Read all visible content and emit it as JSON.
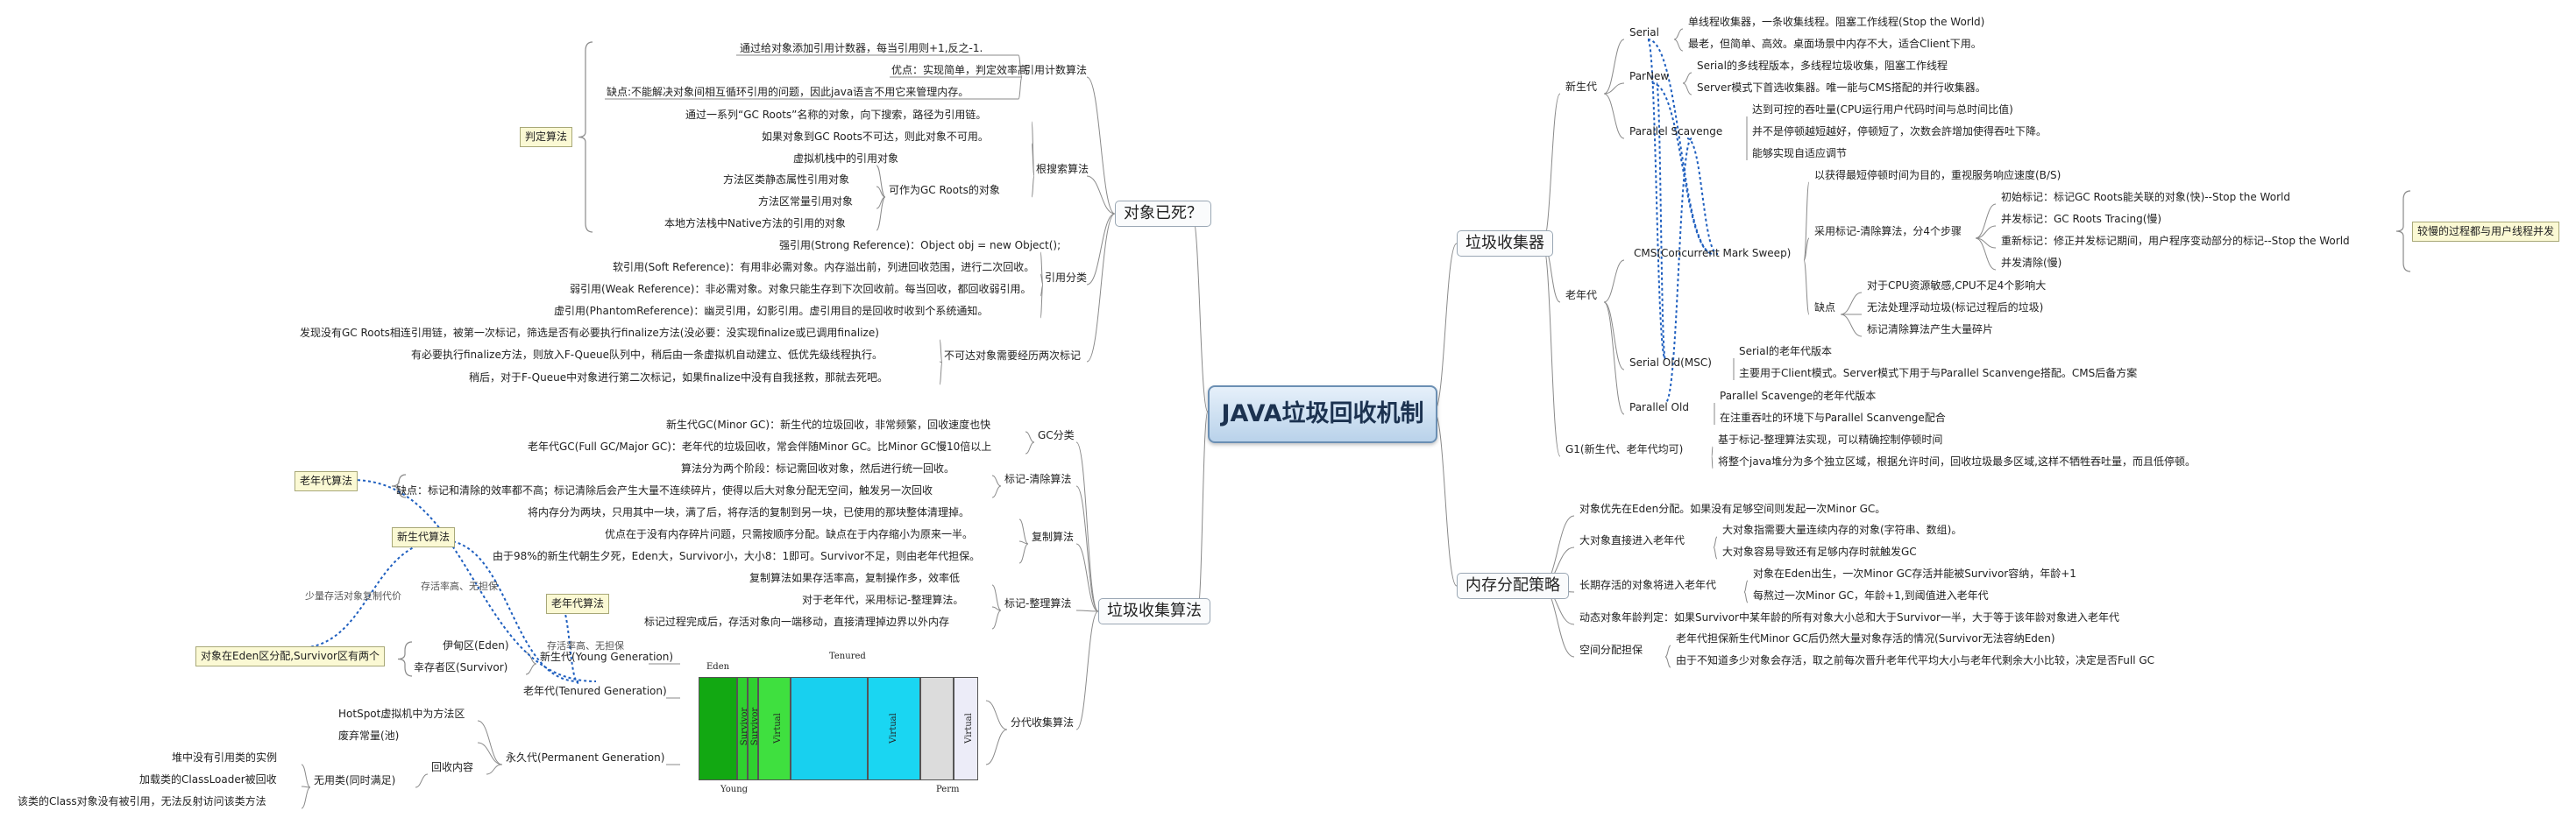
{
  "root": "JAVA垃圾回收机制",
  "left": {
    "dead": {
      "title": "对象已死？",
      "judge_note": "判定算法",
      "refcount": {
        "label": "引用计数算法",
        "items": [
          "通过给对象添加引用计数器，每当引用则+1,反之-1.",
          "优点：实现简单，判定效率高",
          "缺点:不能解决对象间相互循环引用的问题，因此java语言不用它来管理内存。"
        ]
      },
      "reach": {
        "label": "根搜索算法",
        "items": [
          "通过一系列“GC Roots”名称的对象，向下搜索，路径为引用链。",
          "如果对象到GC Roots不可达，则此对象不可用。"
        ],
        "roots_label": "可作为GC Roots的对象",
        "roots": [
          "虚拟机栈中的引用对象",
          "方法区类静态属性引用对象",
          "方法区常量引用对象",
          "本地方法栈中Native方法的引用的对象"
        ]
      },
      "refs": {
        "label": "引用分类",
        "items": [
          "强引用(Strong Reference)：Object obj = new Object();",
          "软引用(Soft Reference)：有用非必需对象。内存溢出前，列进回收范围，进行二次回收。",
          "弱引用(Weak Reference)：非必需对象。对象只能生存到下次回收前。每当回收，都回收弱引用。",
          "虚引用(PhantomReference)：幽灵引用，幻影引用。虚引用目的是回收时收到个系统通知。"
        ]
      },
      "twice": {
        "label": "不可达对象需要经历两次标记",
        "items": [
          "发现没有GC Roots相连引用链，被第一次标记，筛选是否有必要执行finalize方法(没必要：没实现finalize或已调用finalize)",
          "有必要执行finalize方法，则放入F-Queue队列中，稍后由一条虚拟机自动建立、低优先级线程执行。",
          "稍后，对于F-Queue中对象进行第二次标记，如果finalize中没有自我拯救，那就去死吧。"
        ]
      }
    },
    "algo": {
      "title": "垃圾收集算法",
      "gc_kinds": {
        "label": "GC分类",
        "items": [
          "新生代GC(Minor GC)：新生代的垃圾回收，非常频繁，回收速度也快",
          "老年代GC(Full GC/Major GC)：老年代的垃圾回收，常会伴随Minor GC。比Minor GC慢10倍以上"
        ]
      },
      "mark_sweep": {
        "label": "标记-清除算法",
        "items": [
          "算法分为两个阶段：标记需回收对象，然后进行统一回收。",
          "缺点：标记和清除的效率都不高；标记清除后会产生大量不连续碎片，使得以后大对象分配无空间，触发另一次回收"
        ]
      },
      "copying": {
        "label": "复制算法",
        "items": [
          "将内存分为两块，只用其中一块，满了后，将存活的复制到另一块，已使用的那块整体清理掉。",
          "优点在于没有内存碎片问题，只需按顺序分配。缺点在于内存缩小为原来一半。",
          "由于98%的新生代朝生夕死，Eden大，Survivor小，大小8：1即可。Survivor不足，则由老年代担保。"
        ]
      },
      "mark_compact": {
        "label": "标记-整理算法",
        "items": [
          "复制算法如果存活率高，复制操作多，效率低",
          "对于老年代，采用标记-整理算法。",
          "标记过程完成后，存活对象向一端移动，直接清理掉边界以外内存"
        ]
      },
      "generational": {
        "label": "分代收集算法",
        "young": "新生代(Young Generation)",
        "young_items": [
          "伊甸区(Eden)",
          "幸存者区(Survivor)"
        ],
        "old": "老年代(Tenured Generation)",
        "perm": "永久代(Permanent Generation)",
        "perm_items": [
          "HotSpot虚拟机中为方法区",
          "废弃常量(池)"
        ],
        "recycle_label": "回收内容",
        "useless_label": "无用类(同时满足)",
        "useless_items": [
          "堆中没有引用类的实例",
          "加载类的ClassLoader被回收",
          "该类的Class对象没有被引用，无法反射访问该类方法"
        ]
      },
      "notes": {
        "old_algo": "老年代算法",
        "young_algo": "新生代算法",
        "old_algo2": "老年代算法",
        "eden_note": "对象在Eden区分配,Survivor区有两个",
        "few_survive": "少量存活对象复制代价",
        "high_survive": "存活率高、无担保",
        "high_survive2": "存活率高、无担保"
      }
    }
  },
  "right": {
    "collectors": {
      "title": "垃圾收集器",
      "young_label": "新生代",
      "serial": {
        "label": "Serial",
        "items": [
          "单线程收集器，一条收集线程。阻塞工作线程(Stop the World)",
          "最老，但简单、高效。桌面场景中内存不大，适合Client下用。"
        ]
      },
      "parnew": {
        "label": "ParNew",
        "items": [
          "Serial的多线程版本，多线程垃圾收集，阻塞工作线程",
          "Server模式下首选收集器。唯一能与CMS搭配的并行收集器。"
        ]
      },
      "parallel": {
        "label": "Parallel Scavenge",
        "items": [
          "达到可控的吞吐量(CPU运行用户代码时间与总时间比值)",
          "并不是停顿越短越好，停顿短了，次数会許增加使得吞吐下降。",
          "能够实现自适应调节"
        ]
      },
      "old_label": "老年代",
      "cms": {
        "label": "CMS(Concurrent Mark Sweep)",
        "goal": "以获得最短停顿时间为目的，重视服务响应速度(B/S)",
        "steps_label": "采用标记-清除算法，分4个步骤",
        "steps": [
          "初始标记：标记GC Roots能关联的对象(快)--Stop the World",
          "并发标记：GC Roots Tracing(慢)",
          "重新标记：修正并发标记期间，用户程序变动部分的标记--Stop the World",
          "并发清除(慢)"
        ],
        "steps_note": "较慢的过程都与用户线程并发",
        "cons_label": "缺点",
        "cons": [
          "对于CPU资源敏感,CPU不足4个影响大",
          "无法处理浮动垃圾(标记过程后的垃圾)",
          "标记清除算法产生大量碎片"
        ]
      },
      "serial_old": {
        "label": "Serial Old(MSC)",
        "items": [
          "Serial的老年代版本",
          "主要用于Client模式。Server模式下用于与Parallel Scanvenge搭配。CMS后备方案"
        ]
      },
      "parallel_old": {
        "label": "Parallel Old",
        "items": [
          "Parallel Scavenge的老年代版本",
          "在注重吞吐的环境下与Parallel Scanvenge配合"
        ]
      },
      "g1": {
        "label": "G1(新生代、老年代均可)",
        "items": [
          "基于标记-整理算法实现，可以精确控制停顿时间",
          "将整个java堆分为多个独立区域，根据允许时间，回收垃圾最多区域,这样不牺牲吞吐量，而且低停顿。"
        ]
      }
    },
    "alloc": {
      "title": "内存分配策略",
      "eden_first": "对象优先在Eden分配。如果没有足够空间则发起一次Minor GC。",
      "big": {
        "label": "大对象直接进入老年代",
        "items": [
          "大对象指需要大量连续内存的对象(字符串、数组)。",
          "大对象容易导致还有足够内存时就触发GC"
        ]
      },
      "long": {
        "label": "长期存活的对象将进入老年代",
        "items": [
          "对象在Eden出生，一次Minor GC存活并能被Survivor容纳，年龄+1",
          "每熬过一次Minor GC，年龄+1,到阈值进入老年代"
        ]
      },
      "dynamic": "动态对象年龄判定：如果Survivor中某年龄的所有对象大小总和大于Survivor一半，大于等于该年龄对象进入老年代",
      "guarantee": {
        "label": "空间分配担保",
        "items": [
          "老年代担保新生代Minor GC后仍然大量对象存活的情况(Survivor无法容纳Eden)",
          "由于不知道多少对象会存活，取之前每次晋升老年代平均大小与老年代剩余大小比较，决定是否Full GC"
        ]
      }
    }
  },
  "heap_diagram": {
    "eden": "Eden",
    "tenured": "Tenured",
    "young": "Young",
    "perm": "Perm",
    "survivor1": "Survivor",
    "survivor2": "Survivor",
    "virtual1": "Virtual",
    "virtual2": "Virtual",
    "virtual3": "Virtual",
    "colors": {
      "eden": "#12a812",
      "survivor": "#2fd12f",
      "tenured": "#18d0ef",
      "perm": "#dcdcdc",
      "virtual_perm": "#ececf8"
    }
  }
}
